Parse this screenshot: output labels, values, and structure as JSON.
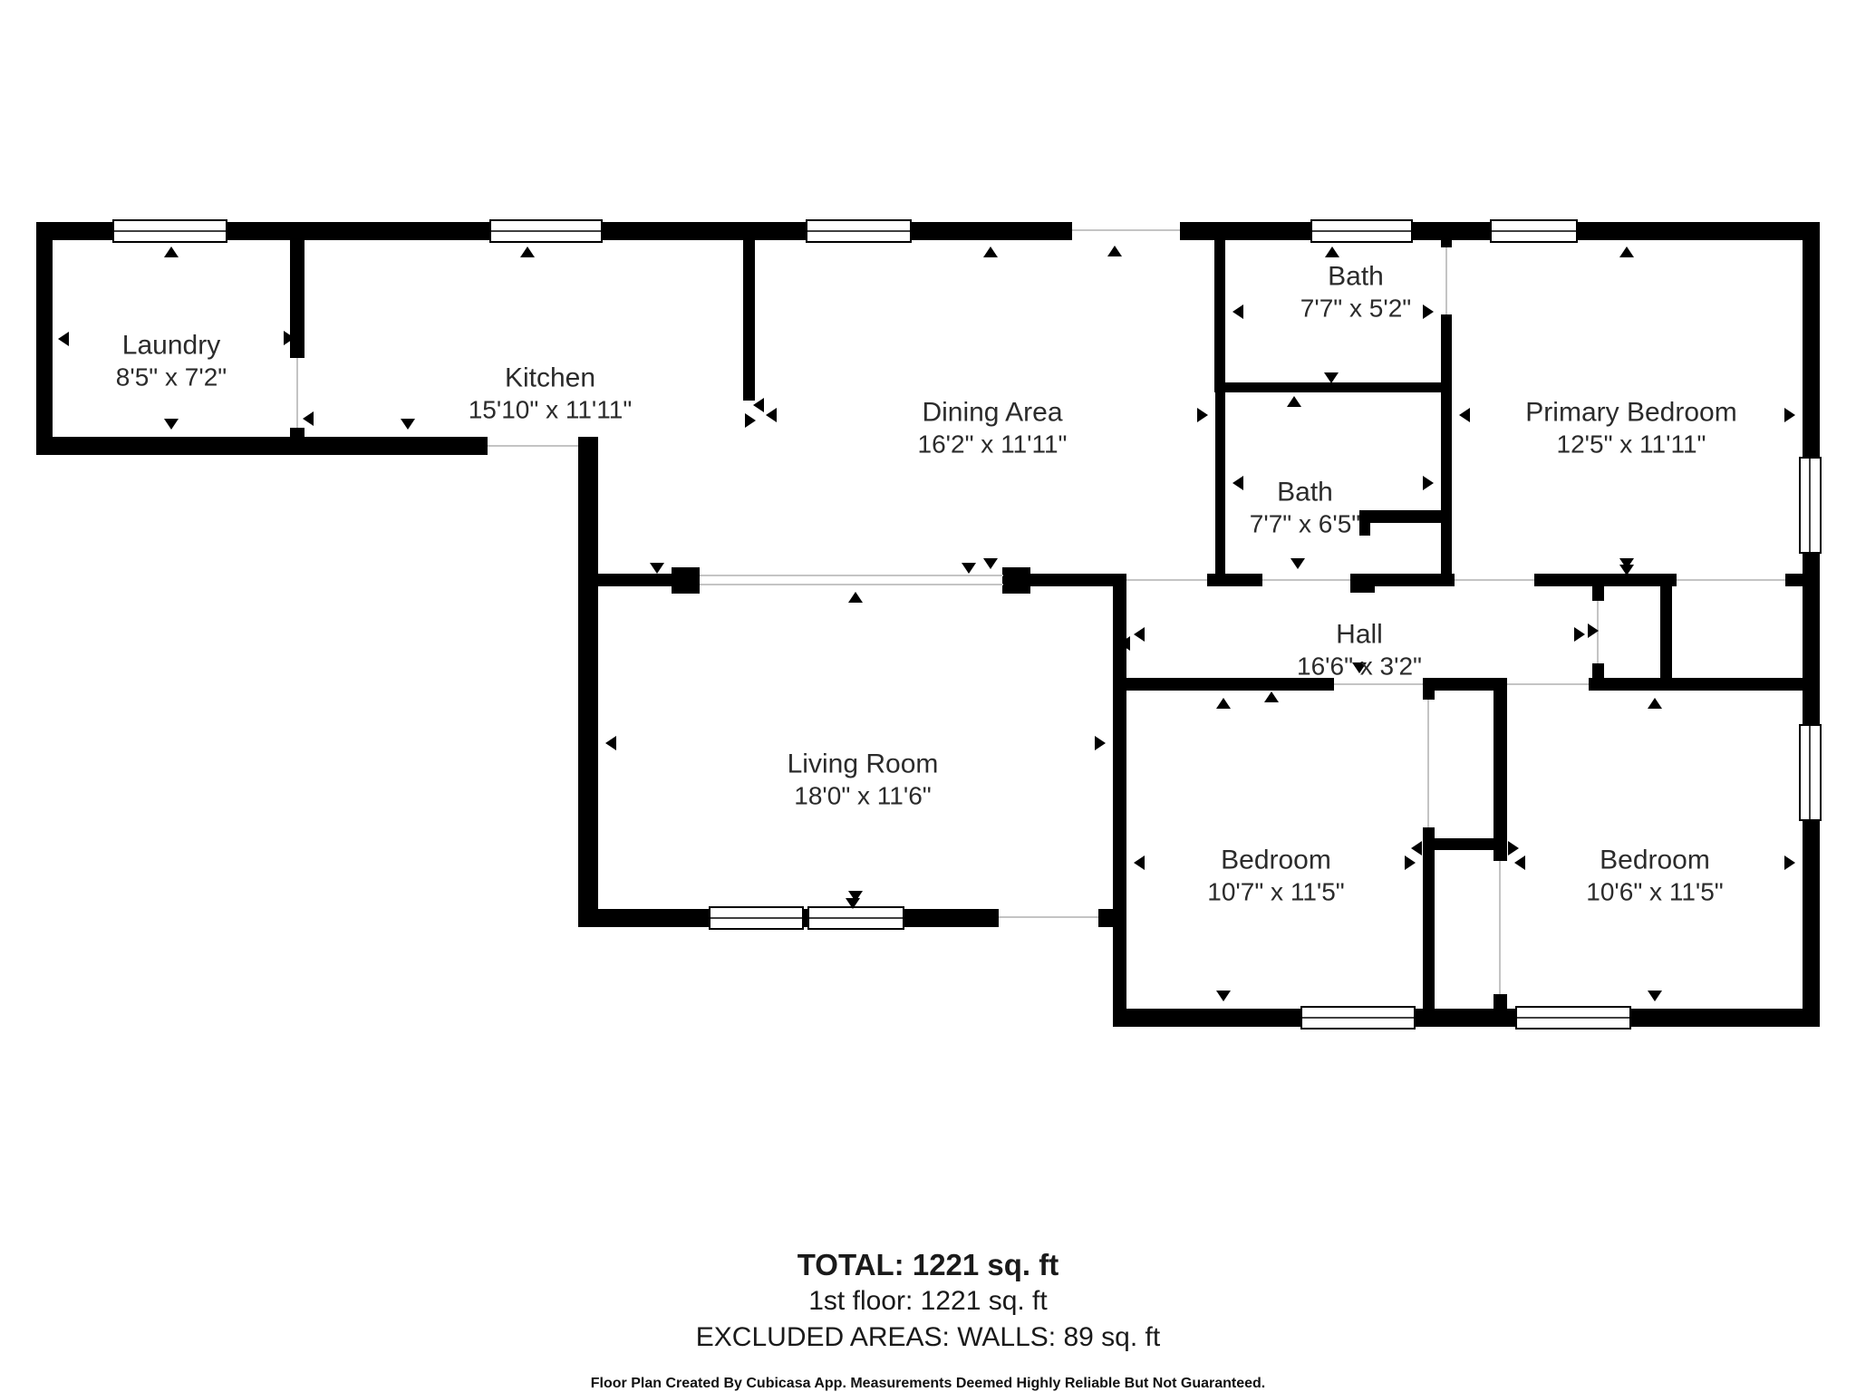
{
  "rooms": [
    {
      "name": "Laundry",
      "dims": "8'5\" x 7'2\""
    },
    {
      "name": "Kitchen",
      "dims": "15'10\" x 11'11\""
    },
    {
      "name": "Dining Area",
      "dims": "16'2\" x 11'11\""
    },
    {
      "name": "Bath",
      "dims": "7'7\" x 5'2\""
    },
    {
      "name": "Primary Bedroom",
      "dims": "12'5\" x 11'11\""
    },
    {
      "name": "Bath",
      "dims": "7'7\" x 6'5\""
    },
    {
      "name": "Hall",
      "dims": "16'6\" x 3'2\""
    },
    {
      "name": "Living Room",
      "dims": "18'0\" x 11'6\""
    },
    {
      "name": "Bedroom",
      "dims": "10'7\" x 11'5\""
    },
    {
      "name": "Bedroom",
      "dims": "10'6\" x 11'5\""
    }
  ],
  "summary": {
    "total": "TOTAL: 1221 sq. ft",
    "floor1": "1st floor: 1221 sq. ft",
    "excluded": "EXCLUDED AREAS: WALLS: 89 sq. ft"
  },
  "footer": "Floor Plan Created By Cubicasa App. Measurements Deemed Highly Reliable But Not Guaranteed.",
  "colors": {
    "wall": "#000000",
    "text": "#2b2b2b",
    "opening_line": "#c4c4c4"
  }
}
